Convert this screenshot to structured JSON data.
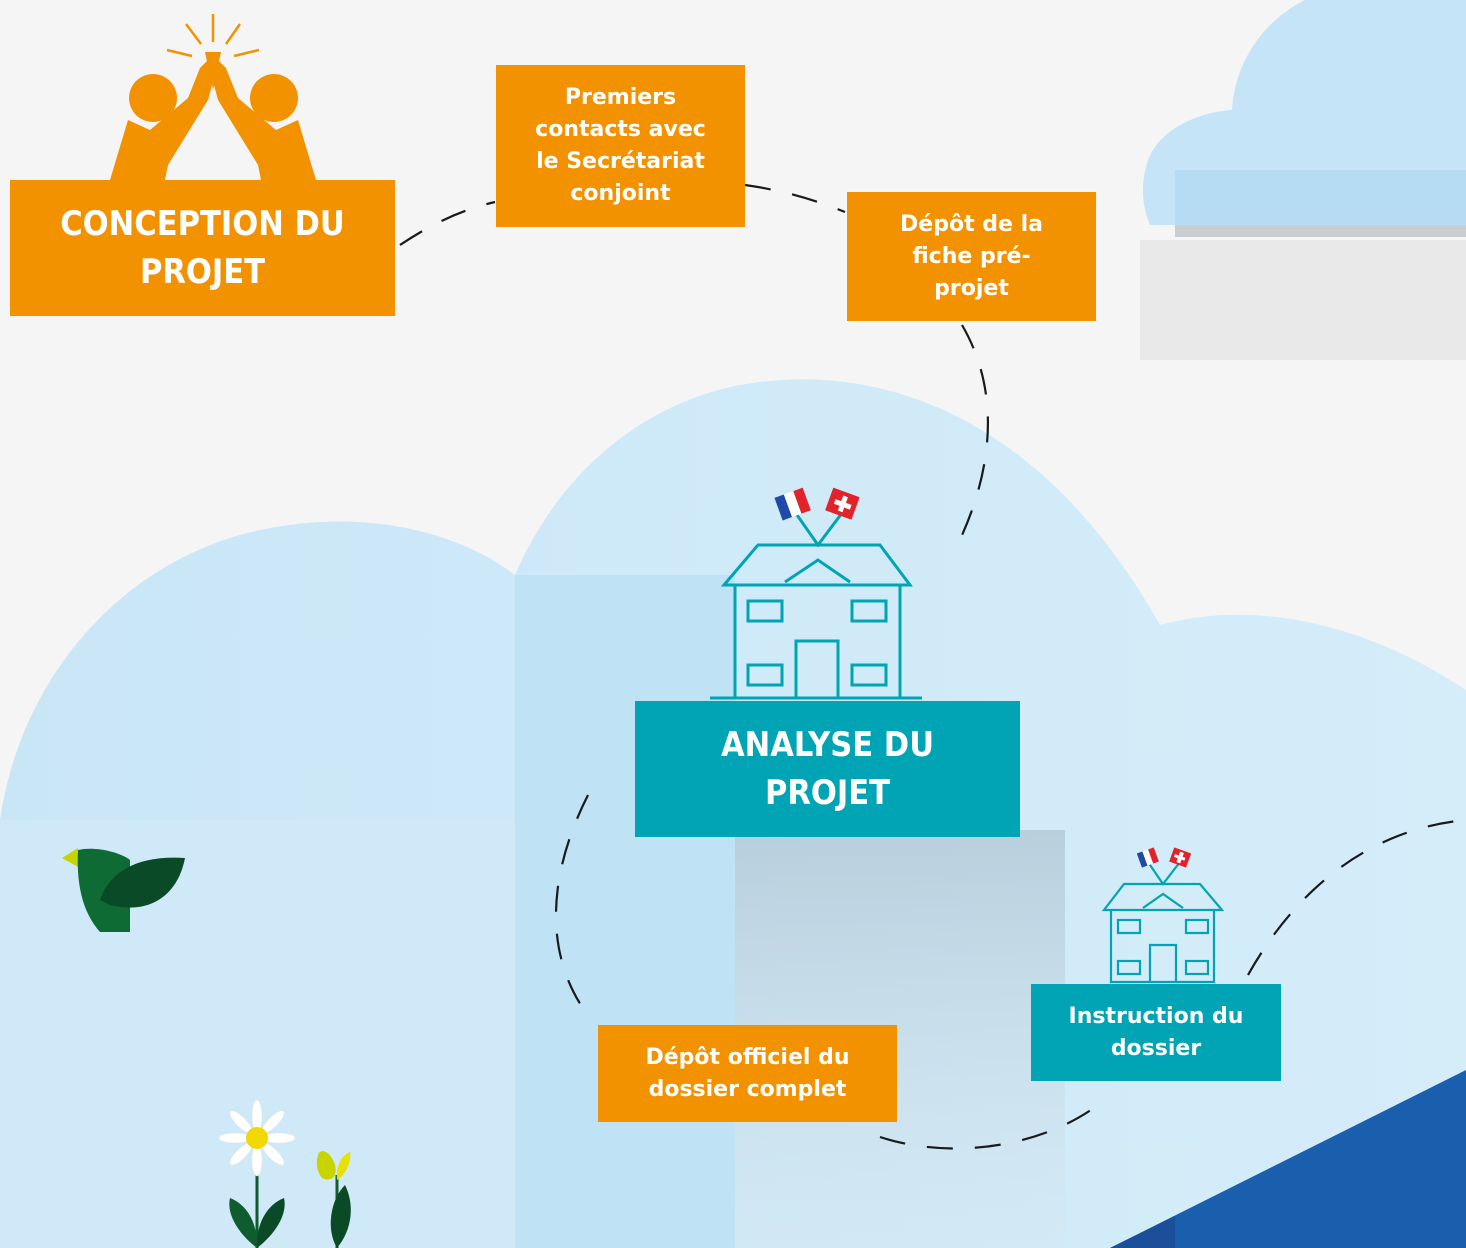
{
  "colors": {
    "orange": "#f39200",
    "teal": "#00a4b4",
    "cloud_blue": "#cde9f8",
    "dark_blue": "#1a5fae",
    "bird_green": "#0f5c2e"
  },
  "steps": {
    "conception": "CONCEPTION DU PROJET",
    "premiers_contacts": "Premiers contacts avec le Secrétariat conjoint",
    "depot_fiche": "Dépôt de la fiche pré-projet",
    "analyse": "ANALYSE DU PROJET",
    "depot_officiel": "Dépôt officiel du dossier complet",
    "instruction": "Instruction du dossier"
  },
  "icons": {
    "high_five": "high-five-people-icon",
    "building_large": "building-with-flags-icon",
    "building_small": "building-with-flags-icon",
    "flag_france": "france-flag-icon",
    "flag_switzerland": "switzerland-flag-icon",
    "bird": "bird-icon",
    "daisy": "daisy-flower-icon",
    "tulip": "tulip-flower-icon"
  }
}
